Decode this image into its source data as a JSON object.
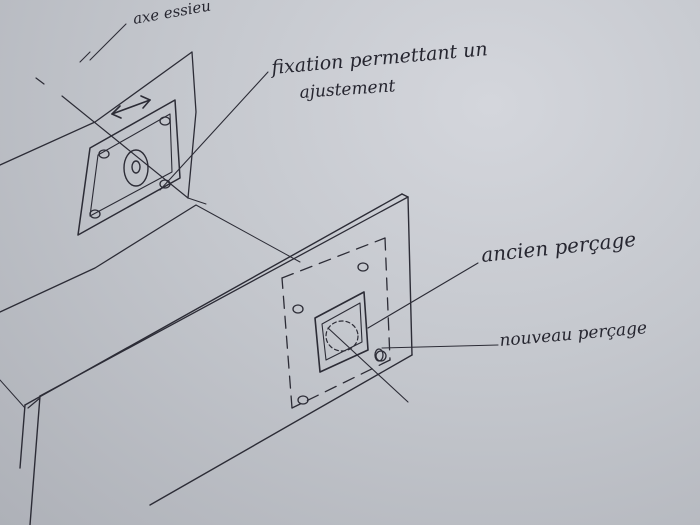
{
  "labels": {
    "axle": "axe essieu",
    "fixation_line1": "fixation permettant un",
    "fixation_line2": "ajustement",
    "old_drilling": "ancien perçage",
    "new_drilling": "nouveau perçage"
  },
  "colors": {
    "paper": "#c8cad0",
    "ink": "#2c2c36"
  }
}
